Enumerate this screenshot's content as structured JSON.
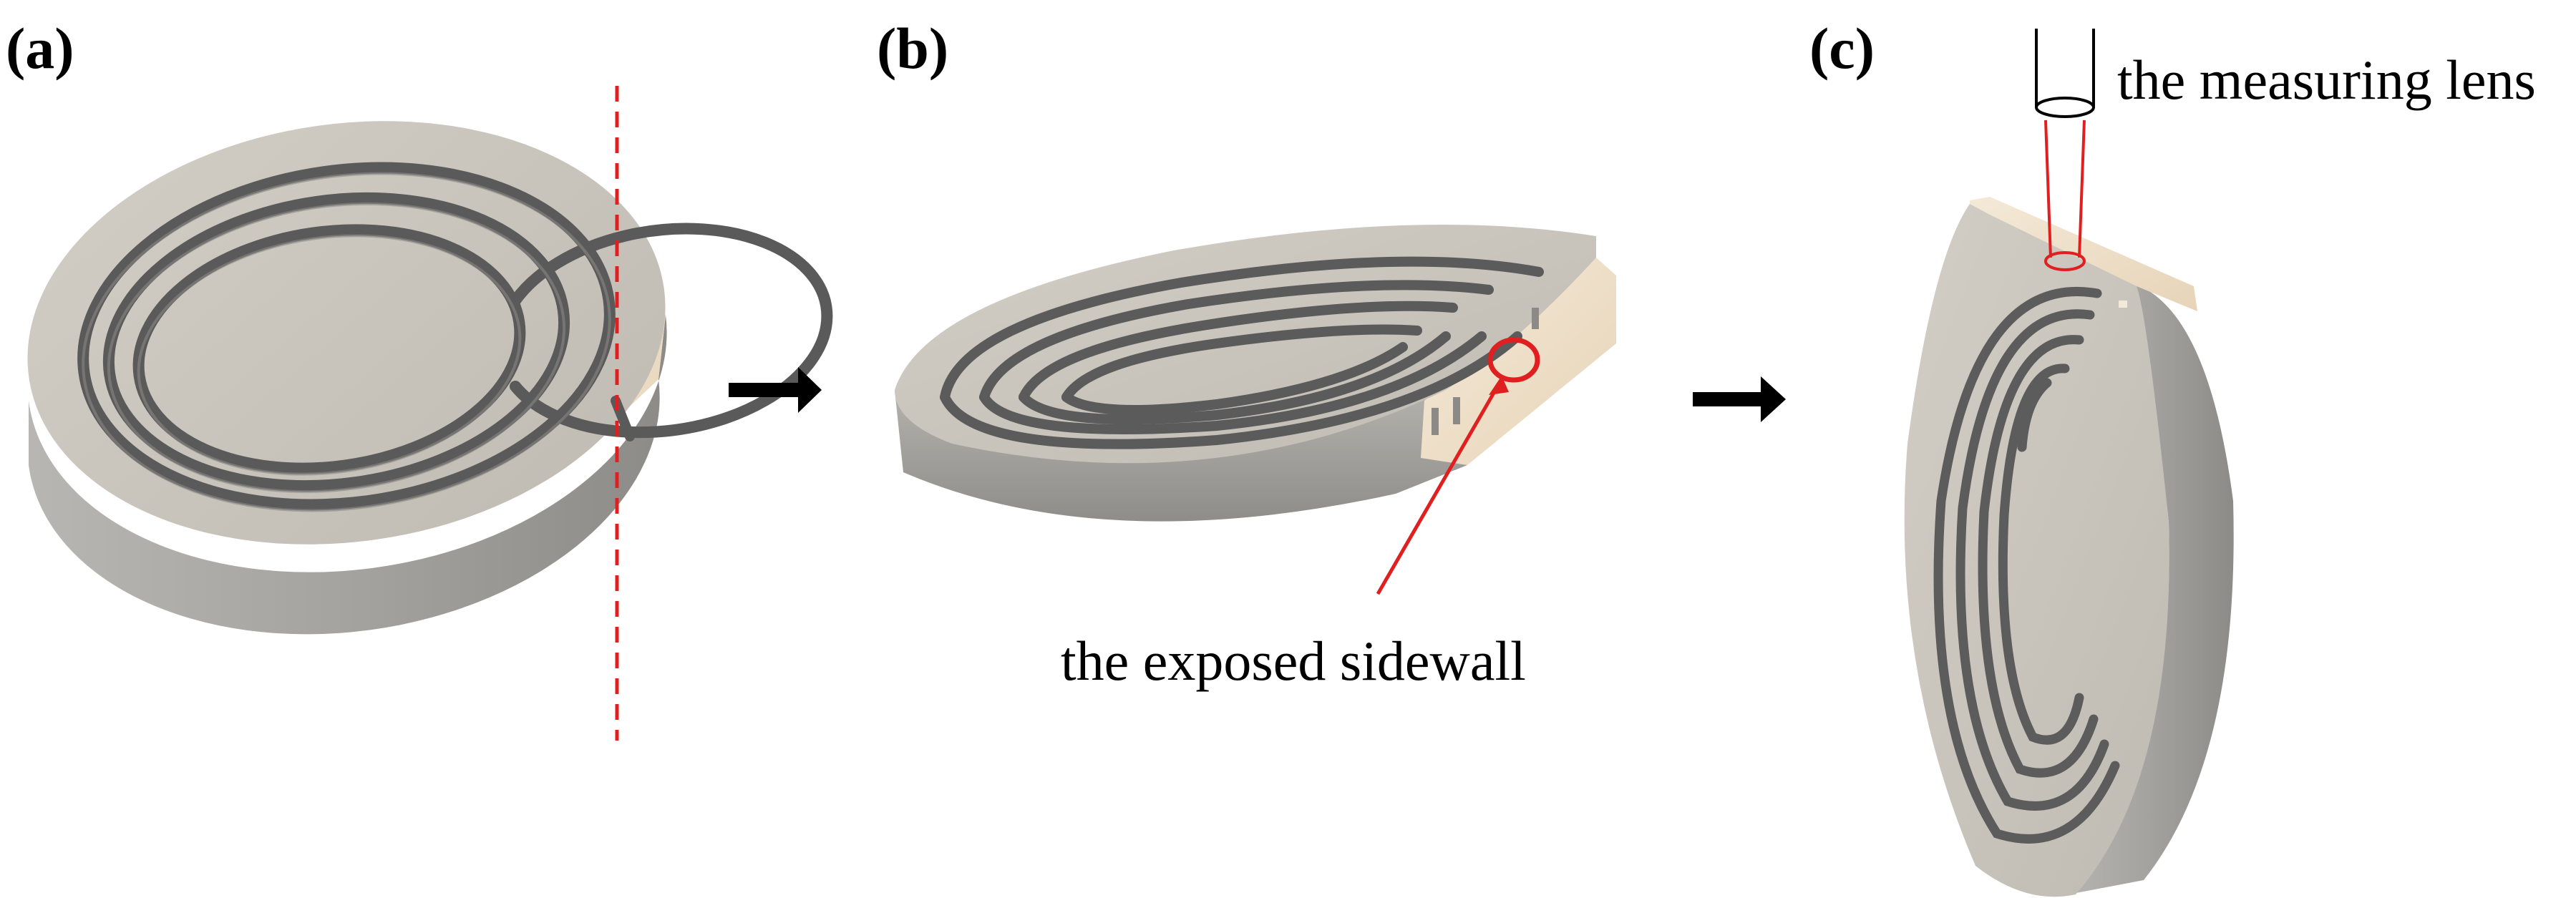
{
  "panels": {
    "a": {
      "label": "(a)"
    },
    "b": {
      "label": "(b)"
    },
    "c": {
      "label": "(c)"
    }
  },
  "annotations": {
    "sidewall": "the exposed sidewall",
    "lens": "the measuring lens"
  },
  "colors": {
    "top_face": "#c9c5bd",
    "side_face": "#a9a7a3",
    "cut_face": "#efe1cd",
    "groove": "#5d5d5d",
    "highlight": "#e02020",
    "arrow": "#000000"
  }
}
